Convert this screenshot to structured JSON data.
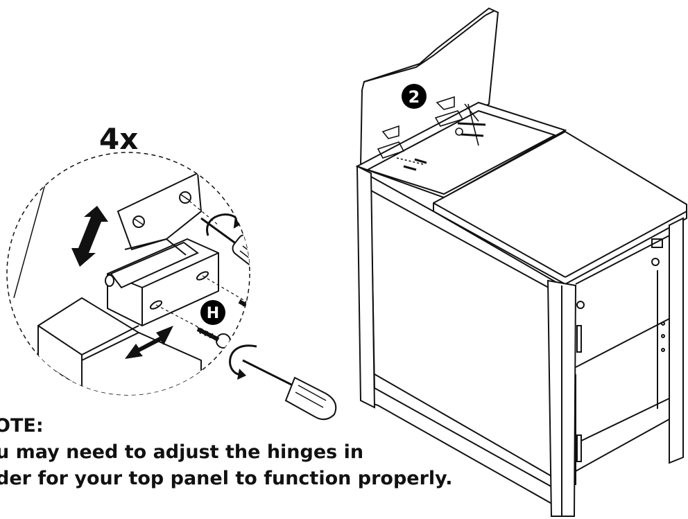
{
  "callout": {
    "quantity": "4x",
    "part_letter": "H"
  },
  "step_number": "2",
  "note": {
    "heading": "OTE:",
    "line1": "u may need to adjust the hinges in",
    "line2": "der for your top panel to function properly."
  },
  "colors": {
    "line": "#111111",
    "marker": "#000000",
    "background": "#ffffff"
  }
}
